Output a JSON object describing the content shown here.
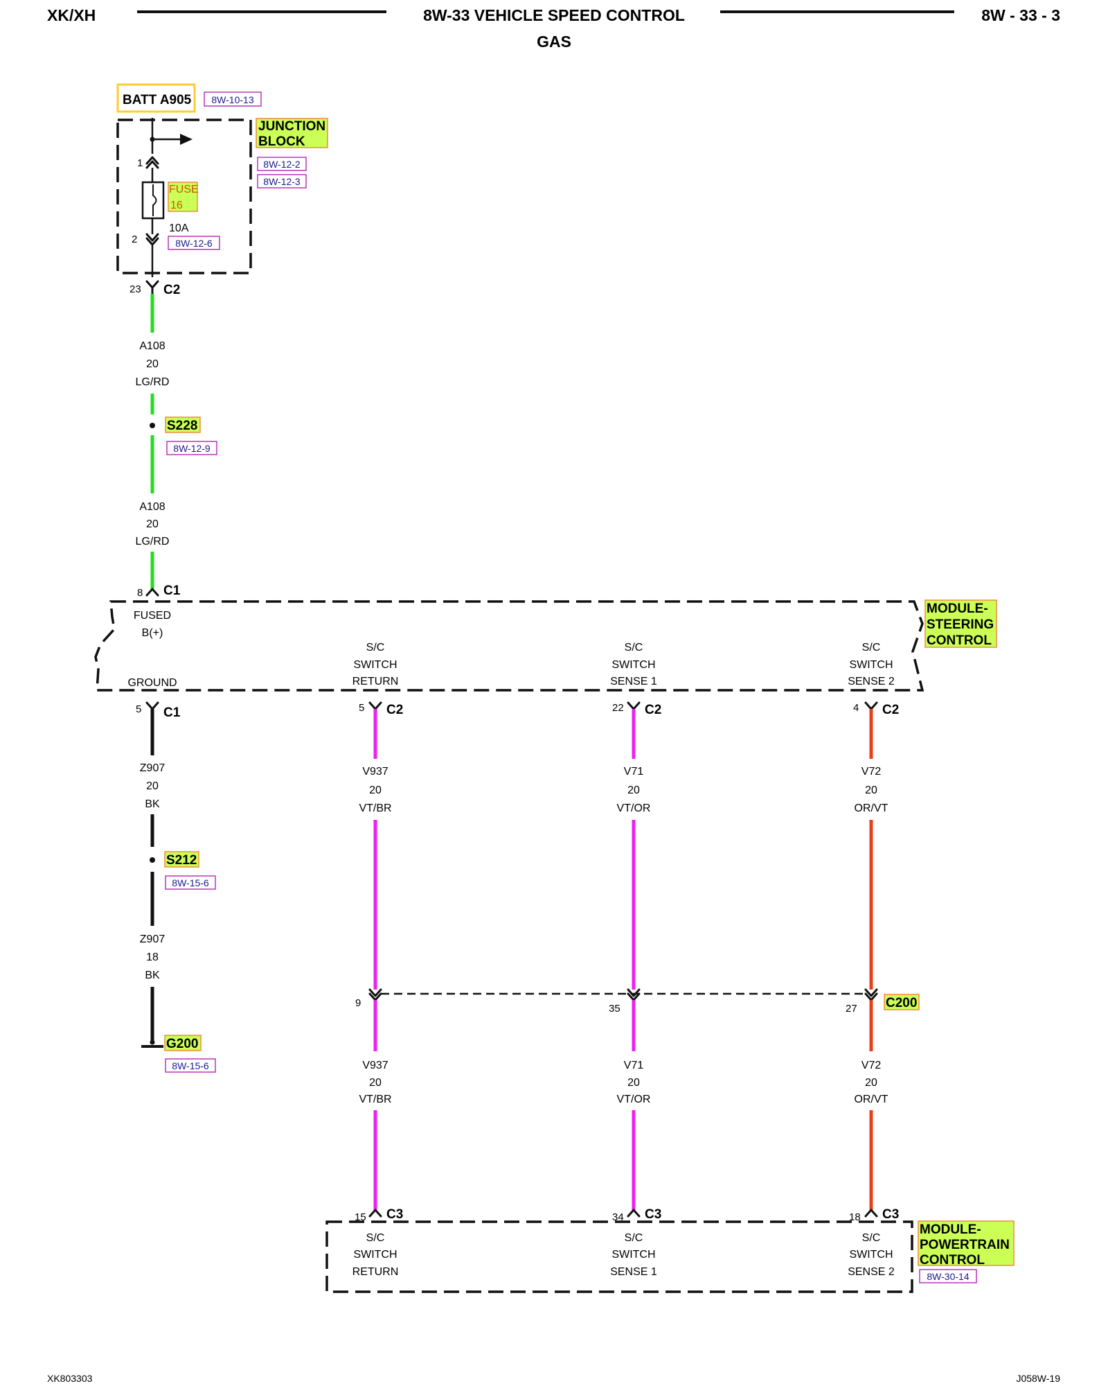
{
  "header": {
    "left": "XK/XH",
    "title": "8W-33 VEHICLE SPEED CONTROL",
    "subtitle": "GAS",
    "right": "8W - 33 - 3"
  },
  "footer": {
    "left": "XK803303",
    "right": "J058W-19"
  },
  "colors": {
    "lg_rd": "#22dd22",
    "vt": "#ee22ee",
    "or_vt": "#e8401a",
    "bk": "#111111",
    "highlight": "#ccff55",
    "highlight_border": "#f08a3c",
    "batt_border": "#ffcc33",
    "ref_border": "#bb33bb"
  },
  "power": {
    "label": "BATT A905",
    "ref": "8W-10-13"
  },
  "junction_block": {
    "name_line1": "JUNCTION",
    "name_line2": "BLOCK",
    "refs": [
      "8W-12-2",
      "8W-12-3"
    ],
    "fuse_label": "FUSE",
    "fuse_number": "16",
    "fuse_rating": "10A",
    "fuse_ref": "8W-12-6",
    "pin_top": "1",
    "pin_bottom": "2"
  },
  "connectors": {
    "jb_c2": {
      "pin": "23",
      "name": "C2"
    },
    "sc_fused": {
      "pin": "8",
      "name": "C1"
    },
    "sc_ground": {
      "pin": "5",
      "name": "C1"
    },
    "sc_return": {
      "pin": "5",
      "name": "C2"
    },
    "sc_sense1": {
      "pin": "22",
      "name": "C2"
    },
    "sc_sense2": {
      "pin": "4",
      "name": "C2"
    },
    "c200_return": {
      "pin": "9"
    },
    "c200_sense1": {
      "pin": "35"
    },
    "c200_sense2": {
      "pin": "27"
    },
    "c200_name": "C200",
    "pcm_return": {
      "pin": "15",
      "name": "C3"
    },
    "pcm_sense1": {
      "pin": "34",
      "name": "C3"
    },
    "pcm_sense2": {
      "pin": "18",
      "name": "C3"
    }
  },
  "splices": {
    "s228": {
      "name": "S228",
      "ref": "8W-12-9"
    },
    "s212": {
      "name": "S212",
      "ref": "8W-15-6"
    }
  },
  "ground": {
    "name": "G200",
    "ref": "8W-15-6"
  },
  "wires": {
    "a108_upper": {
      "circuit": "A108",
      "gauge": "20",
      "color": "LG/RD"
    },
    "a108_lower": {
      "circuit": "A108",
      "gauge": "20",
      "color": "LG/RD"
    },
    "z907_upper": {
      "circuit": "Z907",
      "gauge": "20",
      "color": "BK"
    },
    "z907_lower": {
      "circuit": "Z907",
      "gauge": "18",
      "color": "BK"
    },
    "v937_upper": {
      "circuit": "V937",
      "gauge": "20",
      "color": "VT/BR"
    },
    "v937_lower": {
      "circuit": "V937",
      "gauge": "20",
      "color": "VT/BR"
    },
    "v71_upper": {
      "circuit": "V71",
      "gauge": "20",
      "color": "VT/OR"
    },
    "v71_lower": {
      "circuit": "V71",
      "gauge": "20",
      "color": "VT/OR"
    },
    "v72_upper": {
      "circuit": "V72",
      "gauge": "20",
      "color": "OR/VT"
    },
    "v72_lower": {
      "circuit": "V72",
      "gauge": "20",
      "color": "OR/VT"
    }
  },
  "steering_module": {
    "name_line1": "MODULE-",
    "name_line2": "STEERING",
    "name_line3": "CONTROL",
    "fused_line1": "FUSED",
    "fused_line2": "B(+)",
    "ground_label": "GROUND",
    "return_lines": [
      "S/C",
      "SWITCH",
      "RETURN"
    ],
    "sense1_lines": [
      "S/C",
      "SWITCH",
      "SENSE 1"
    ],
    "sense2_lines": [
      "S/C",
      "SWITCH",
      "SENSE 2"
    ]
  },
  "powertrain_module": {
    "name_line1": "MODULE-",
    "name_line2": "POWERTRAIN",
    "name_line3": "CONTROL",
    "ref": "8W-30-14",
    "return_lines": [
      "S/C",
      "SWITCH",
      "RETURN"
    ],
    "sense1_lines": [
      "S/C",
      "SWITCH",
      "SENSE 1"
    ],
    "sense2_lines": [
      "S/C",
      "SWITCH",
      "SENSE 2"
    ]
  }
}
